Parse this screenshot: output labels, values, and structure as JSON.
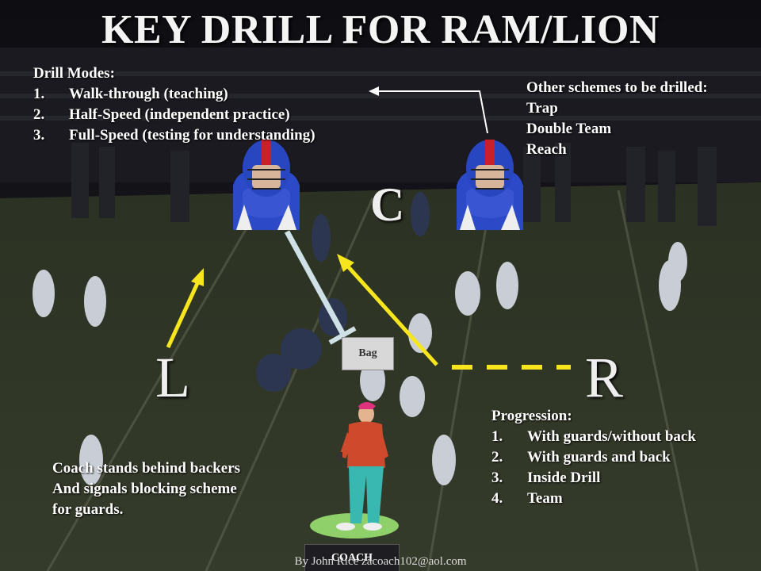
{
  "title": "KEY DRILL FOR RAM/LION",
  "drill_modes": {
    "heading": "Drill Modes:",
    "items": [
      {
        "num": "1.",
        "text": "Walk-through (teaching)"
      },
      {
        "num": "2.",
        "text": "Half-Speed (independent practice)"
      },
      {
        "num": "3.",
        "text": "Full-Speed (testing for understanding)"
      }
    ]
  },
  "other_schemes": {
    "heading": "Other schemes to be drilled:",
    "items": [
      "Trap",
      "Double Team",
      "Reach"
    ]
  },
  "progression": {
    "heading": "Progression:",
    "items": [
      {
        "num": "1.",
        "text": "With guards/without back"
      },
      {
        "num": "2.",
        "text": "With guards and back"
      },
      {
        "num": "3.",
        "text": "Inside Drill"
      },
      {
        "num": "4.",
        "text": "Team"
      }
    ]
  },
  "coach_note": {
    "lines": [
      "Coach stands behind backers",
      "And signals blocking scheme",
      "for guards."
    ]
  },
  "labels": {
    "center": "C",
    "left": "L",
    "right": "R",
    "bag": "Bag",
    "coach": "COACH"
  },
  "footer": "By John Rice zacoach102@aol.com",
  "colors": {
    "arrow_yellow": "#f7e51e",
    "block_line": "#cfe0e6",
    "field": "#2a3120",
    "pad_green": "#8fd06a"
  }
}
